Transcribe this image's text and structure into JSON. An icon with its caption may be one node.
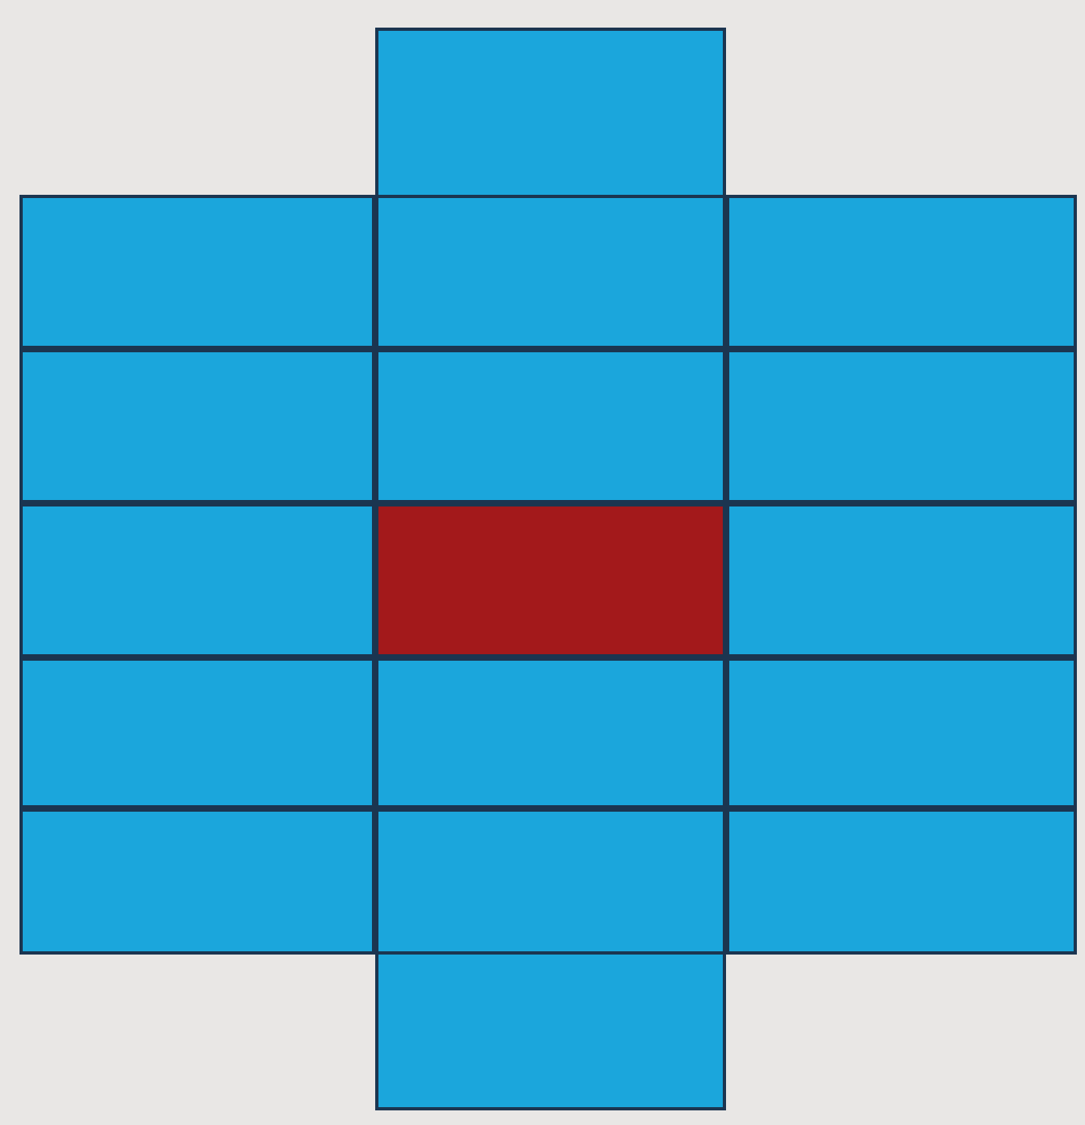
{
  "diagram": {
    "nodes": [
      {
        "text": [],
        "shape": "box"
      },
      {
        "text": [],
        "shape": "box"
      },
      {
        "text": [],
        "shape": "box"
      },
      {
        "text": [],
        "shape": "box"
      },
      {
        "text": [],
        "shape": "box"
      },
      {
        "text": [],
        "shape": "box"
      },
      {
        "text": [],
        "shape": "box"
      },
      {
        "text": [],
        "shape": "box"
      },
      {
        "text": [],
        "shape": "box"
      },
      {
        "text": [],
        "shape": "box"
      },
      {
        "text": [],
        "shape": "box"
      },
      {
        "text": [],
        "shape": "box"
      },
      {
        "text": [],
        "shape": "box"
      },
      {
        "text": [],
        "shape": "box"
      },
      {
        "text": [],
        "shape": "box"
      },
      {
        "text": [],
        "shape": "box"
      },
      {
        "text": [],
        "shape": "box"
      }
    ]
  }
}
